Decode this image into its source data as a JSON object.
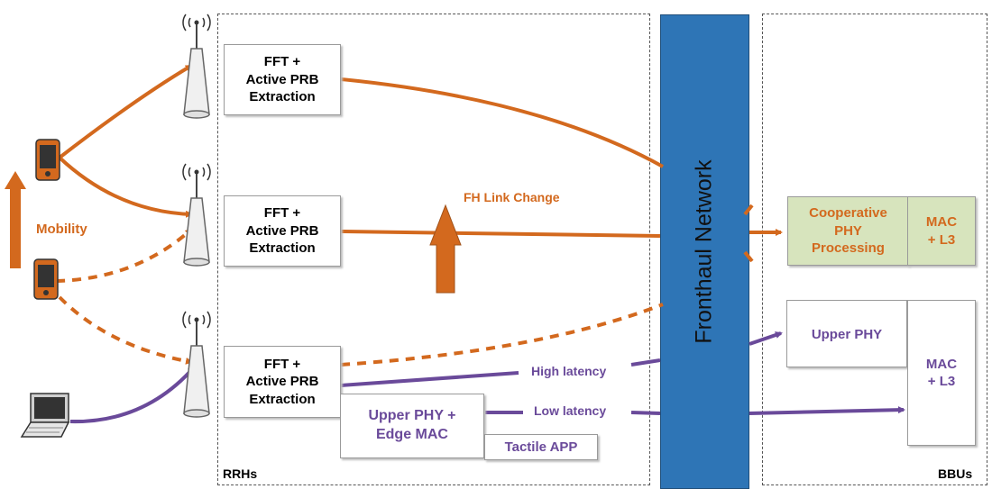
{
  "groups": {
    "rrh_label": "RRHs",
    "bbu_label": "BBUs"
  },
  "fronthaul": {
    "label": "Fronthaul Network",
    "color": "#2e75b6"
  },
  "rrh_boxes": [
    "FFT +\nActive PRB\nExtraction",
    "FFT +\nActive PRB\nExtraction",
    "FFT +\nActive PRB\nExtraction"
  ],
  "edge": {
    "upper_phy_label": "Upper PHY +\nEdge MAC",
    "tactile_label": "Tactile APP"
  },
  "bbu": {
    "coop_label": "Cooperative\nPHY\nProcessing",
    "coop_mac_label": "MAC\n+ L3",
    "upper_phy_label": "Upper PHY",
    "mac_label": "MAC\n+ L3"
  },
  "annotations": {
    "mobility": "Mobility",
    "fh_link_change": "FH Link Change",
    "high_latency": "High latency",
    "low_latency": "Low latency"
  },
  "colors": {
    "orange": "#d3691e",
    "purple": "#6a4a9a",
    "coop_fill": "#d7e4bd"
  },
  "icons": [
    "antenna-icon",
    "smartphone-icon",
    "laptop-icon"
  ]
}
